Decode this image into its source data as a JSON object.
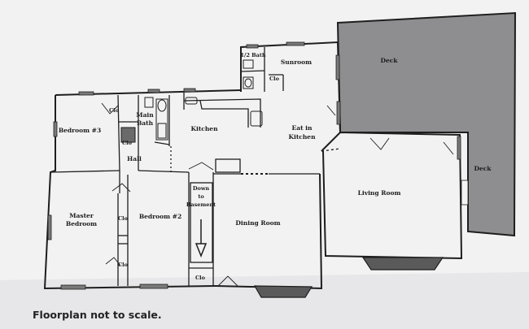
{
  "caption": "Floorplan not to scale.",
  "rooms": {
    "deck_upper": "Deck",
    "deck_side": "Deck",
    "sunroom": "Sunroom",
    "half_bath": "1/2 Bath",
    "clo_half_bath": "Clo",
    "clo_bedroom3": "Clo",
    "main_bath_line1": "Main",
    "main_bath_line2": "Bath",
    "bedroom3": "Bedroom #3",
    "kitchen": "Kitchen",
    "eat_in_line1": "Eat in",
    "eat_in_line2": "Kitchen",
    "clo_hall": "Clo",
    "hall": "Hall",
    "living_room": "Living Room",
    "down_line1": "Down",
    "down_line2": "to",
    "down_line3": "Basement",
    "master_line1": "Master",
    "master_line2": "Bedroom",
    "clo_master": "Clo",
    "bedroom2": "Bedroom #2",
    "dining_room": "Dining Room",
    "clo_lower": "Clo",
    "clo_stairs": "Clo"
  },
  "colors": {
    "sheet": "#f3f3f3",
    "deck": "#8d8d8f",
    "wall": "#1e1e1e",
    "window": "#7a7a7a"
  }
}
